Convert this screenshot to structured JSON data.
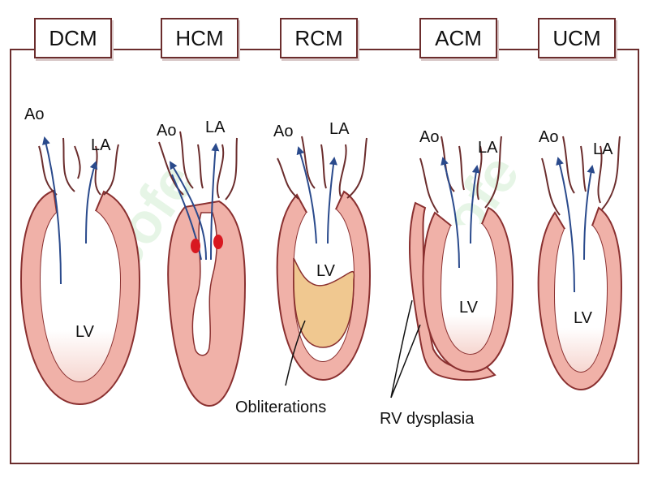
{
  "headers": [
    "DCM",
    "HCM",
    "RCM",
    "ACM",
    "UCM"
  ],
  "vessel_labels": {
    "ao": "Ao",
    "la": "LA",
    "lv": "LV"
  },
  "annotations": {
    "obliterations": "Obliterations",
    "rv_dysplasia": "RV dysplasia"
  },
  "watermark": "sofe",
  "colors": {
    "border": "#6b2d2d",
    "wall_fill": "#f0b1a8",
    "wall_stroke": "#8a3030",
    "cavity": "#ffffff",
    "obliteration": "#f0c890",
    "arrow": "#2a4a8c",
    "dot": "#d81820"
  }
}
